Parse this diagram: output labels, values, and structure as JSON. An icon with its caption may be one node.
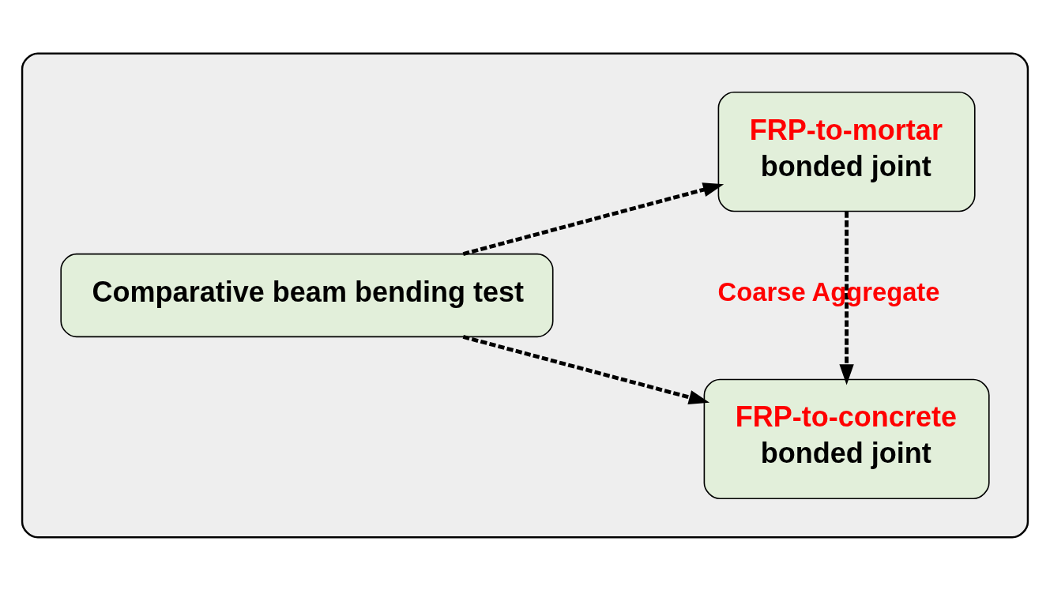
{
  "diagram": {
    "nodes": [
      {
        "text": [],
        "shape": "box"
      },
      {
        "text": [
          "Comparative beam bending test"
        ],
        "in": 0
      },
      {
        "text": [
          "FRP-to-concrete",
          "bonded joint"
        ],
        "in": 0
      },
      {
        "text": [
          "FRP-to-mortar",
          "bonded joint"
        ],
        "in": 0
      }
    ],
    "edges": [
      {
        "from": 1,
        "to": 2,
        "arrow": "to",
        "style": "dashed"
      },
      {
        "from": 1,
        "to": 3,
        "arrow": "to",
        "style": "dashed"
      },
      {
        "from": 3,
        "to": 2,
        "arrow": "to",
        "style": "dashed",
        "label": "Coarse Aggregate"
      }
    ]
  }
}
